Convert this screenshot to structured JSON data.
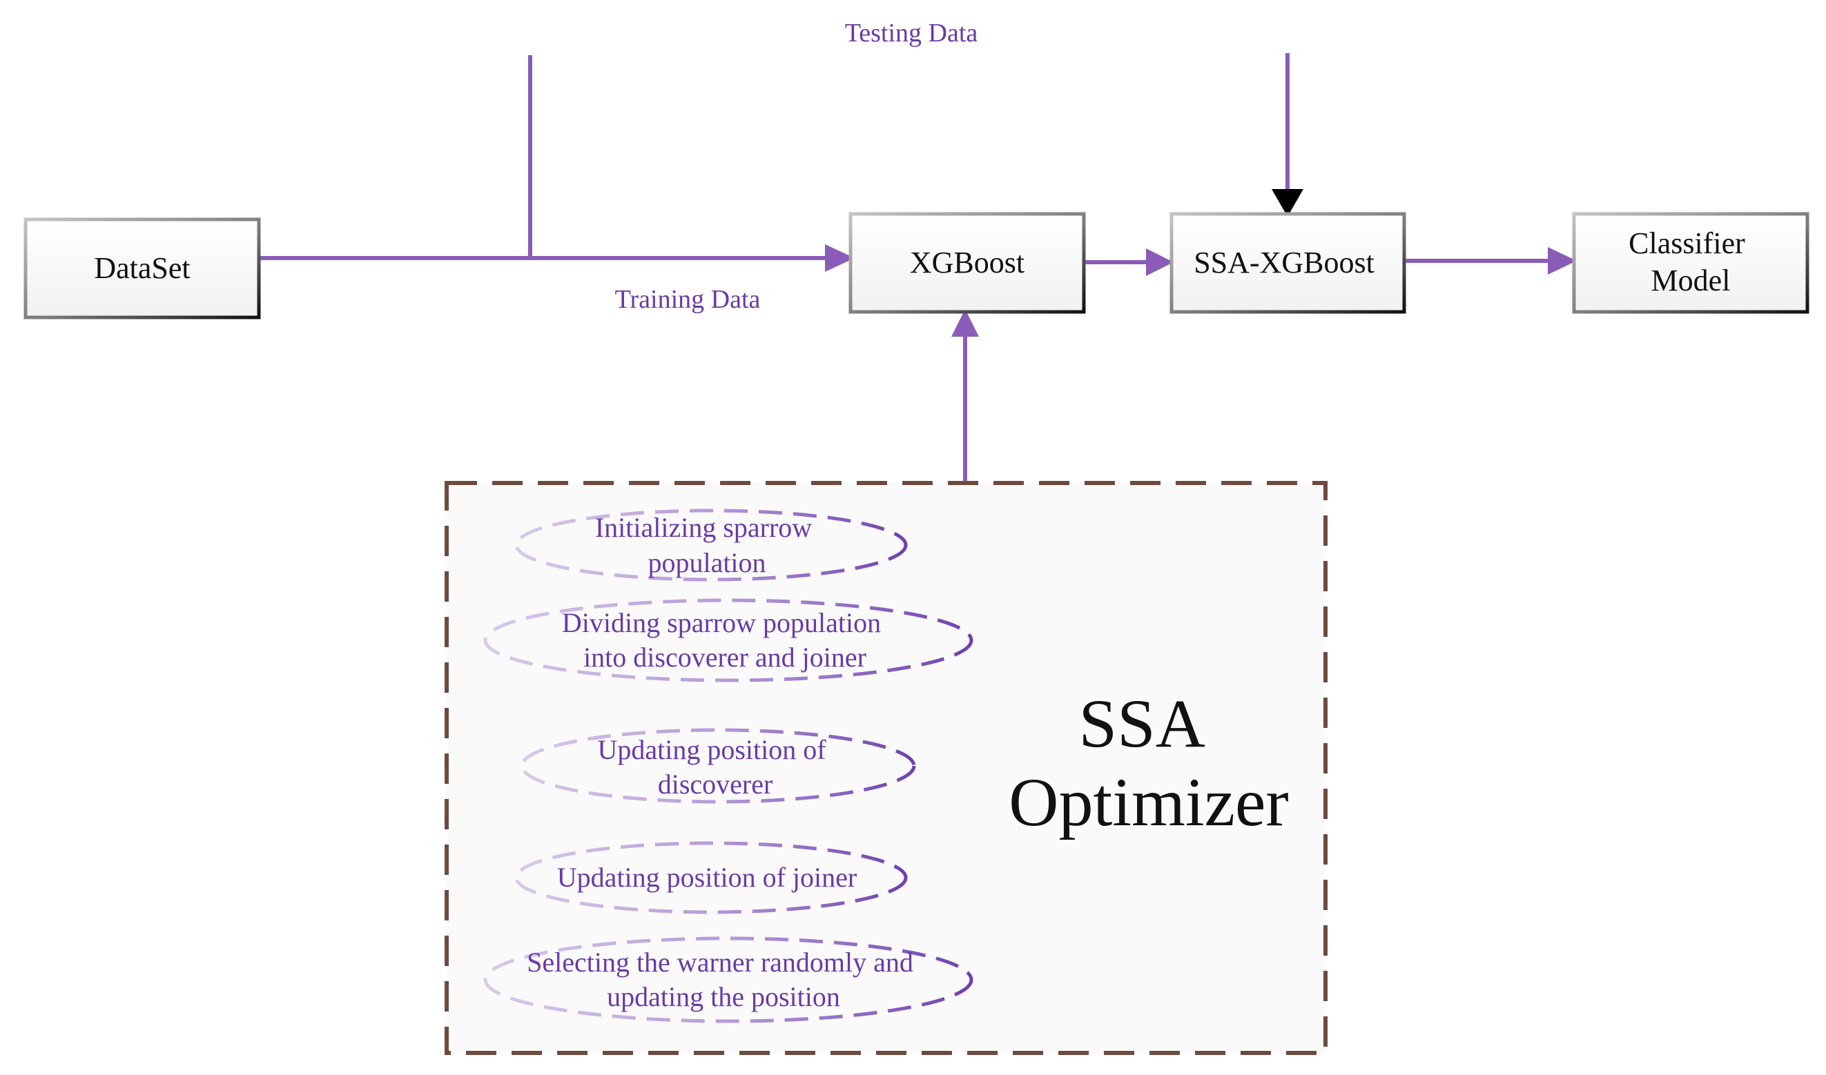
{
  "colors": {
    "arrow": "#8a5cb8",
    "arrow_black": "#000000",
    "label": "#6a3aa6",
    "dash_border": "#6e4a3e",
    "oval_dark": "#7a4fb5",
    "oval_light": "#d3c3e6",
    "box_border_dark": "#1a1a1a",
    "box_border_light": "#bdbdbd"
  },
  "nodes": {
    "dataset": "DataSet",
    "xgboost": "XGBoost",
    "ssa_xgboost": "SSA-XGBoost",
    "classifier": [
      "Classifier",
      "Model"
    ]
  },
  "edges": {
    "testing_label": "Testing Data",
    "training_label": "Training Data"
  },
  "optimizer": {
    "title": [
      "SSA",
      "Optimizer"
    ],
    "steps": [
      [
        "Initializing sparrow",
        "population"
      ],
      [
        "Dividing sparrow population",
        "into discoverer and joiner"
      ],
      [
        "Updating position of",
        "discoverer"
      ],
      [
        "Updating position of joiner"
      ],
      [
        "Selecting the warner randomly and",
        "updating the position"
      ]
    ]
  }
}
